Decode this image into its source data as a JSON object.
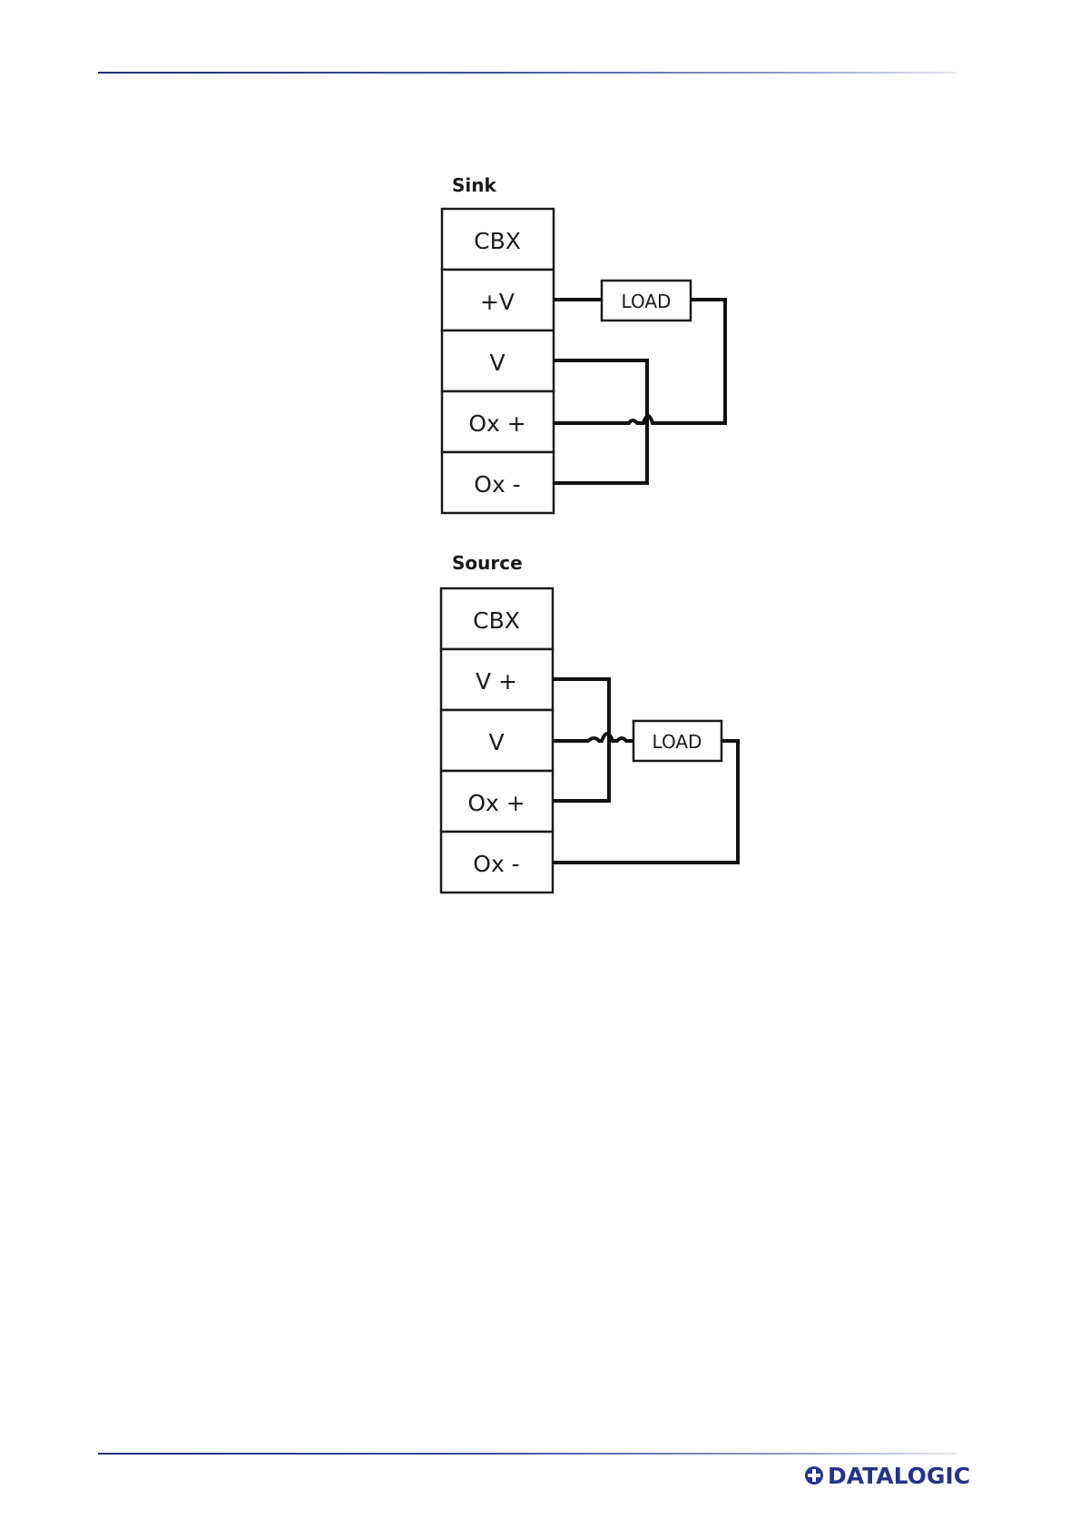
{
  "page": {
    "rule_color": "#1f2f7a",
    "brand_color": "#25338a",
    "brand": "DATALOGIC",
    "brand_icon": "datalogic-logo-icon"
  },
  "sink": {
    "title": "Sink",
    "terminals": [
      "CBX",
      "+V",
      "V",
      "Ox +",
      "Ox -"
    ],
    "load_label": "LOAD"
  },
  "source": {
    "title": "Source",
    "terminals": [
      "CBX",
      "V +",
      "V",
      "Ox +",
      "Ox -"
    ],
    "load_label": "LOAD"
  }
}
